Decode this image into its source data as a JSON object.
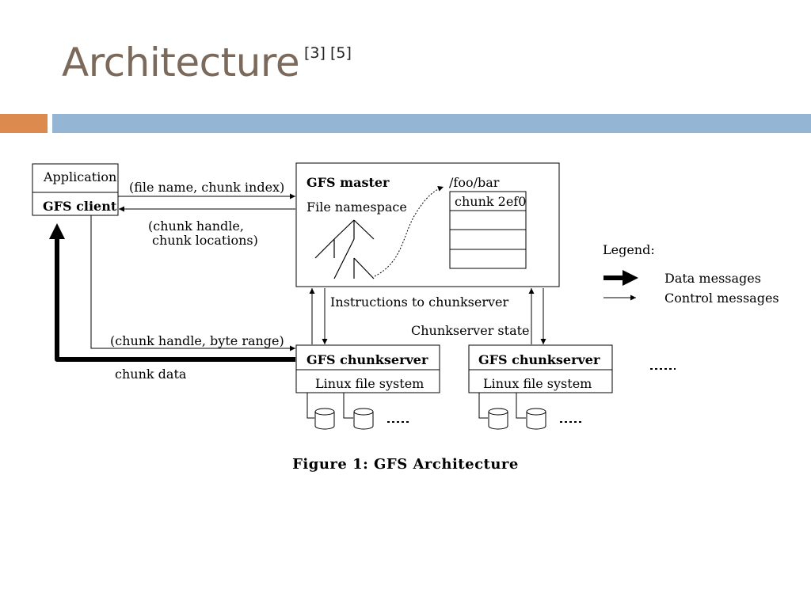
{
  "slide": {
    "title": "Architecture",
    "refs": "[3] [5]"
  },
  "diagram": {
    "client": {
      "top_label": "Application",
      "bottom_label": "GFS client"
    },
    "master": {
      "title": "GFS master",
      "namespace_label": "File namespace",
      "path": "/foo/bar",
      "chunk_label": "chunk 2ef0"
    },
    "messages": {
      "request": "(file name, chunk index)",
      "reply_line1": "(chunk handle,",
      "reply_line2": "chunk locations)",
      "instructions": "Instructions to chunkserver",
      "state": "Chunkserver state",
      "data_request": "(chunk handle, byte range)",
      "chunk_data": "chunk data"
    },
    "chunkservers": [
      {
        "title": "GFS chunkserver",
        "fs_label": "Linux file system"
      },
      {
        "title": "GFS chunkserver",
        "fs_label": "Linux file system"
      }
    ],
    "legend": {
      "title": "Legend:",
      "data": "Data messages",
      "control": "Control messages"
    },
    "caption": "Figure 1:  GFS Architecture"
  }
}
